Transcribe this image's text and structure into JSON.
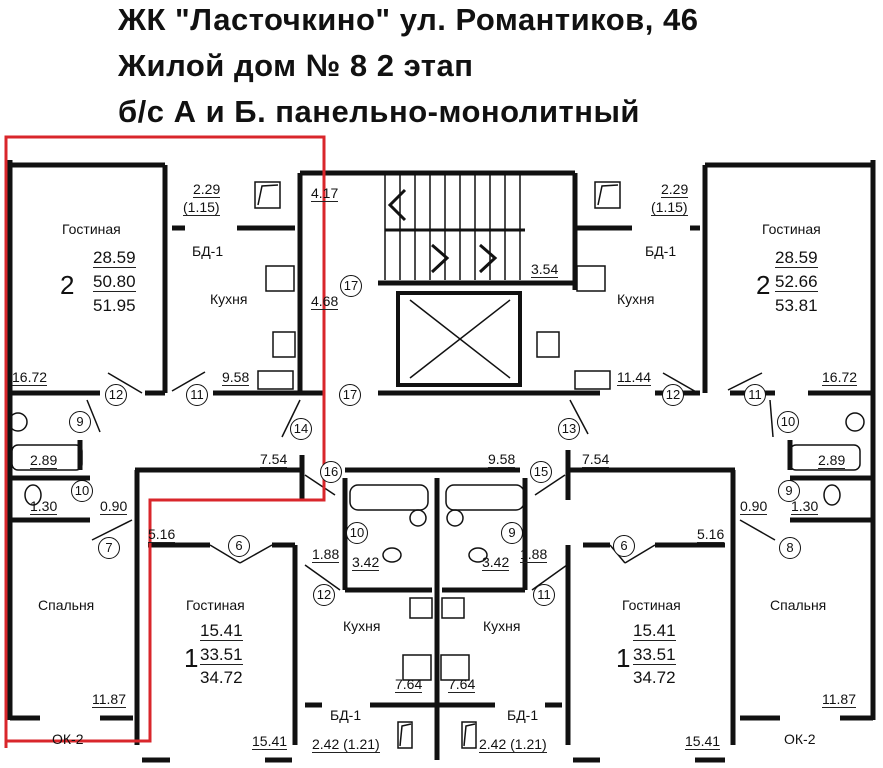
{
  "header": {
    "line1": "ЖК \"Ласточкино\" ул. Романтиков, 46",
    "line2": "Жилой дом № 8 2 этап",
    "line3": "б/с А и Б.  панельно-монолитный"
  },
  "apt_top_left": {
    "room_living": "Гостиная",
    "living_area": "28.59",
    "rooms": "2",
    "total_area": "50.80",
    "total_with_balcony": "51.95",
    "balcony_area": "2.29",
    "balcony_reduced": "(1.15)",
    "balcony_door": "БД-1",
    "kitchen": "Кухня",
    "living_room_size": "16.72",
    "kitchen_area": "9.58",
    "bath_area": "2.89",
    "hall_area": "7.54",
    "wc_area": "1.30",
    "closet_area": "0.90"
  },
  "apt_top_right": {
    "room_living": "Гостиная",
    "living_area": "28.59",
    "rooms": "2",
    "total_area": "52.66",
    "total_with_balcony": "53.81",
    "balcony_area": "2.29",
    "balcony_reduced": "(1.15)",
    "balcony_door": "БД-1",
    "kitchen": "Кухня",
    "living_room_size": "16.72",
    "kitchen_area": "11.44",
    "bath_area": "2.89",
    "hall_area": "7.54",
    "wc_area": "1.30",
    "closet_area": "0.90"
  },
  "common": {
    "stair_area": "4.17",
    "lobby_area": "4.68",
    "landing_area": "3.54",
    "corridor_area": "9.58"
  },
  "apt_bottom_left": {
    "bedroom": "Спальня",
    "bedroom_area": "11.87",
    "window": "ОК-2",
    "living": "Гостиная",
    "living_area": "15.41",
    "rooms": "1",
    "total_area": "33.51",
    "total_with_balcony": "34.72",
    "living_room_size": "15.41",
    "hall_area": "5.16",
    "kitchen": "Кухня",
    "kitchen_area": "7.64",
    "bath_area": "3.42",
    "wc_area": "1.88",
    "balcony_door": "БД-1",
    "balcony": "2.42 (1.21)"
  },
  "apt_bottom_right": {
    "bedroom": "Спальня",
    "bedroom_area": "11.87",
    "window": "ОК-2",
    "living": "Гостиная",
    "living_area": "15.41",
    "rooms": "1",
    "total_area": "33.51",
    "total_with_balcony": "34.72",
    "living_room_size": "15.41",
    "hall_area": "5.16",
    "kitchen": "Кухня",
    "kitchen_area": "7.64",
    "bath_area": "3.42",
    "wc_area": "1.88",
    "balcony_door": "БД-1",
    "balcony": "2.42 (1.21)"
  },
  "door_markers": {
    "d6": "6",
    "d7": "7",
    "d8": "8",
    "d9": "9",
    "d10": "10",
    "d11": "11",
    "d12": "12",
    "d13": "13",
    "d14": "14",
    "d15": "15",
    "d16": "16",
    "d17": "17"
  },
  "colors": {
    "highlight": "#d9262b",
    "walls": "#111111"
  }
}
